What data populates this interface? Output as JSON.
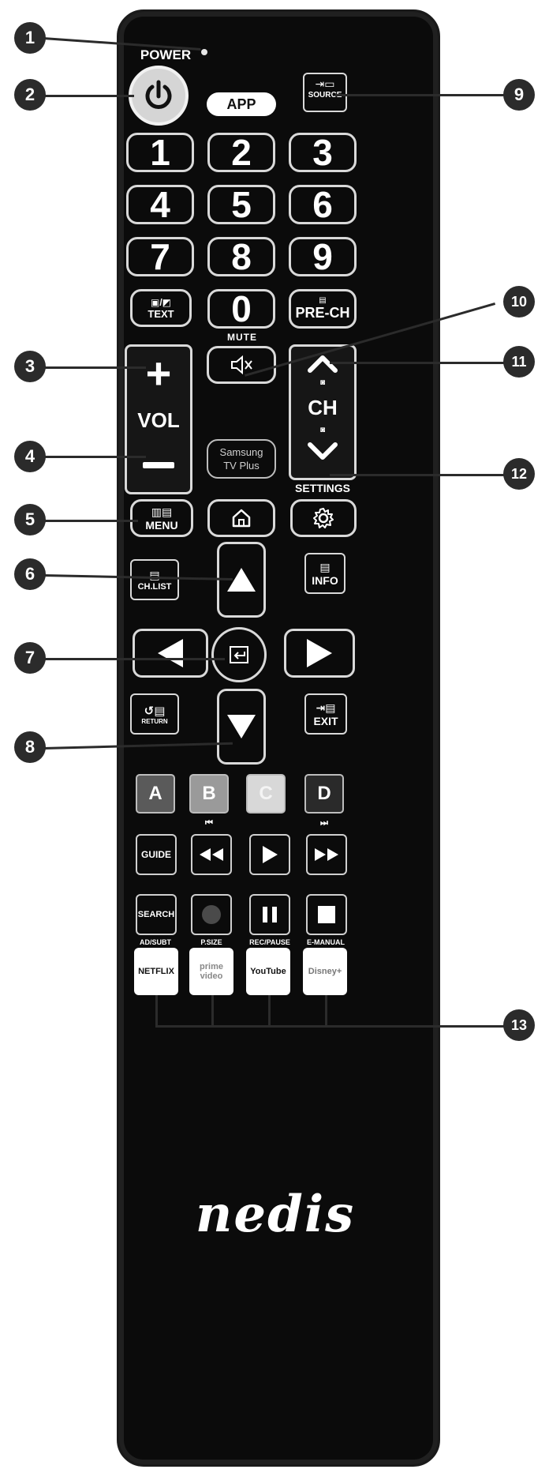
{
  "labels": {
    "power": "POWER",
    "app": "APP",
    "source": "SOURCE",
    "text": "TEXT",
    "prech": "PRE-CH",
    "mute": "MUTE",
    "vol": "VOL",
    "ch": "CH",
    "samsung_line1": "Samsung",
    "samsung_line2": "TV Plus",
    "settings": "SETTINGS",
    "menu": "MENU",
    "chlist": "CH.LIST",
    "info": "INFO",
    "return": "RETURN",
    "exit": "EXIT",
    "guide": "GUIDE",
    "search": "SEARCH",
    "ad_subt": "AD/SUBT",
    "p_size": "P.SIZE",
    "rec": "REC/PAUSE",
    "e_manual": "E-MANUAL",
    "brand": "nedis"
  },
  "number_keys": [
    "1",
    "2",
    "3",
    "4",
    "5",
    "6",
    "7",
    "8",
    "9",
    "0"
  ],
  "color_keys": [
    {
      "label": "A",
      "color": "#5a5a5a"
    },
    {
      "label": "B",
      "color": "#9a9a9a"
    },
    {
      "label": "C",
      "color": "#d8d8d8"
    },
    {
      "label": "D",
      "color": "#2a2a2a"
    }
  ],
  "streaming": [
    "NETFLIX",
    "prime video",
    "YouTube",
    "Disney+"
  ],
  "callouts": [
    "1",
    "2",
    "3",
    "4",
    "5",
    "6",
    "7",
    "8",
    "9",
    "10",
    "11",
    "12",
    "13"
  ],
  "icons": [
    "power-icon",
    "mute-icon",
    "home-icon",
    "settings-icon",
    "enter-icon",
    "arrow-up-icon",
    "arrow-down-icon",
    "arrow-left-icon",
    "arrow-right-icon",
    "rewind-icon",
    "play-icon",
    "fast-forward-icon",
    "record-icon",
    "pause-icon",
    "stop-icon",
    "skip-back-icon",
    "skip-forward-icon"
  ]
}
